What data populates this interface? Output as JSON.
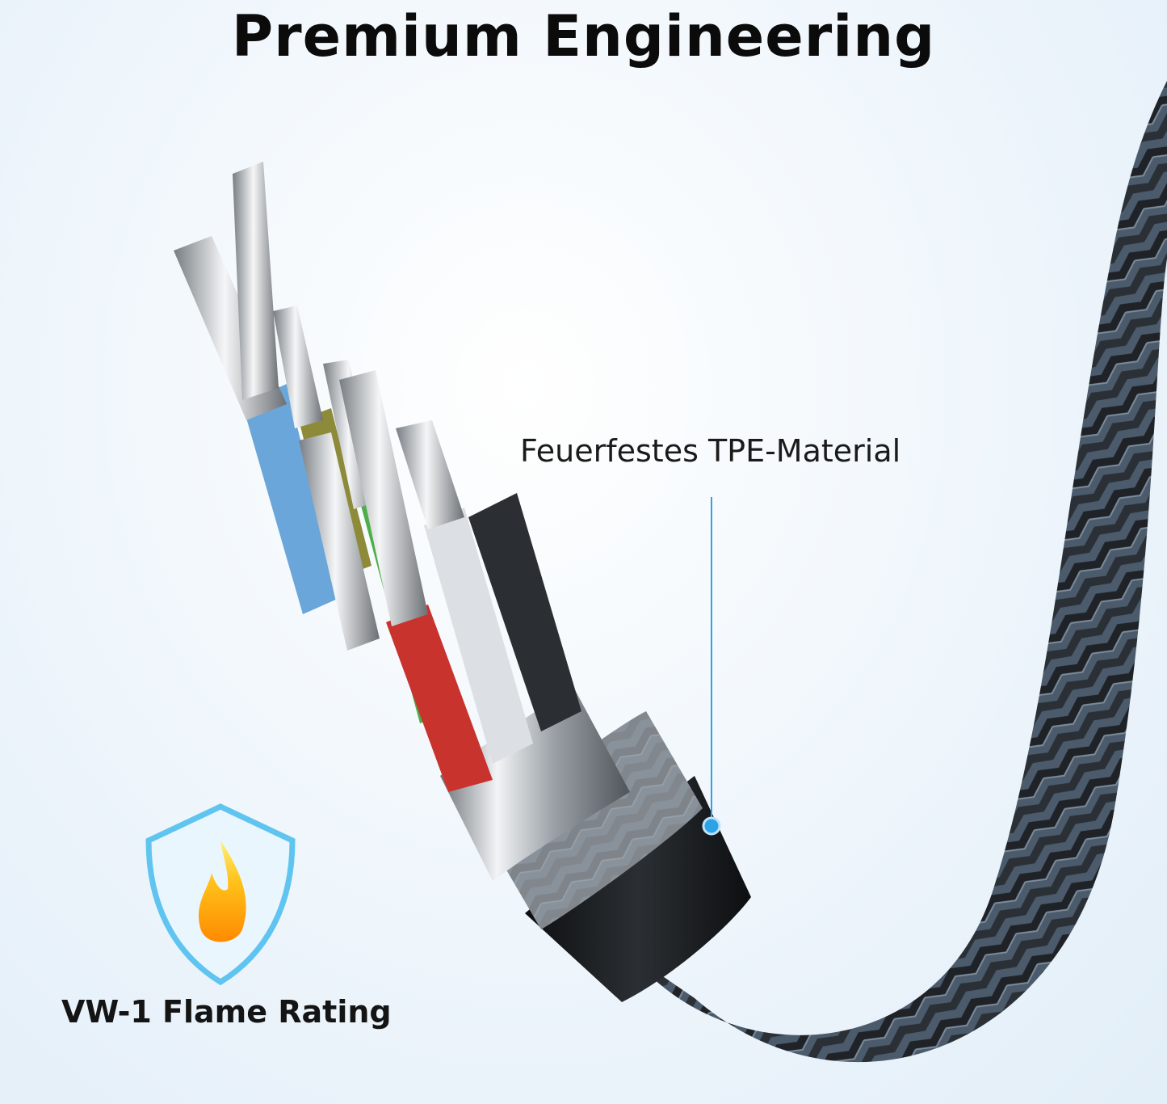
{
  "header": {
    "title": "Premium Engineering"
  },
  "callout": {
    "label": "Feuerfestes TPE-Material",
    "accent": "#2aa3e8"
  },
  "badge": {
    "label": "VW-1 Flame Rating",
    "icon": "flame-shield-icon",
    "accent": "#5fc4f0"
  },
  "cable": {
    "braid_colors": [
      "#4b5b6c",
      "#1f2328"
    ],
    "core_colors": [
      "#6aa6d9",
      "#8d8a3a",
      "#4fae4a",
      "#c8332d",
      "#dcdfe3",
      "#2b2f33"
    ]
  }
}
